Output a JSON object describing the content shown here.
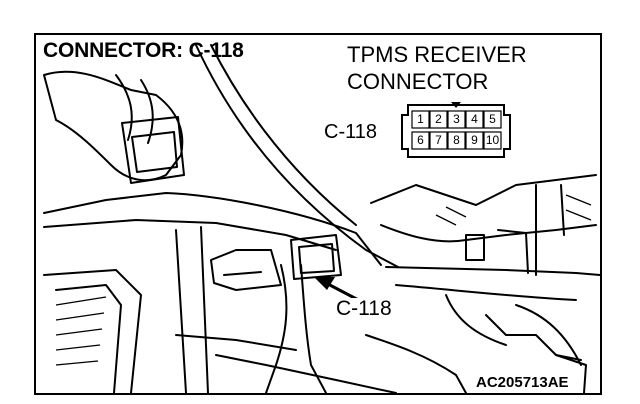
{
  "diagram": {
    "title": "CONNECTOR: C-118",
    "receiver_label_line1": "TPMS RECEIVER",
    "receiver_label_line2": "CONNECTOR",
    "connector_tag": "C-118",
    "callout_label": "C-118",
    "figure_code": "AC205713AE"
  },
  "connector": {
    "top_row_pins": [
      "1",
      "2",
      "3",
      "4",
      "5"
    ],
    "bottom_row_pins": [
      "6",
      "7",
      "8",
      "9",
      "10"
    ]
  }
}
